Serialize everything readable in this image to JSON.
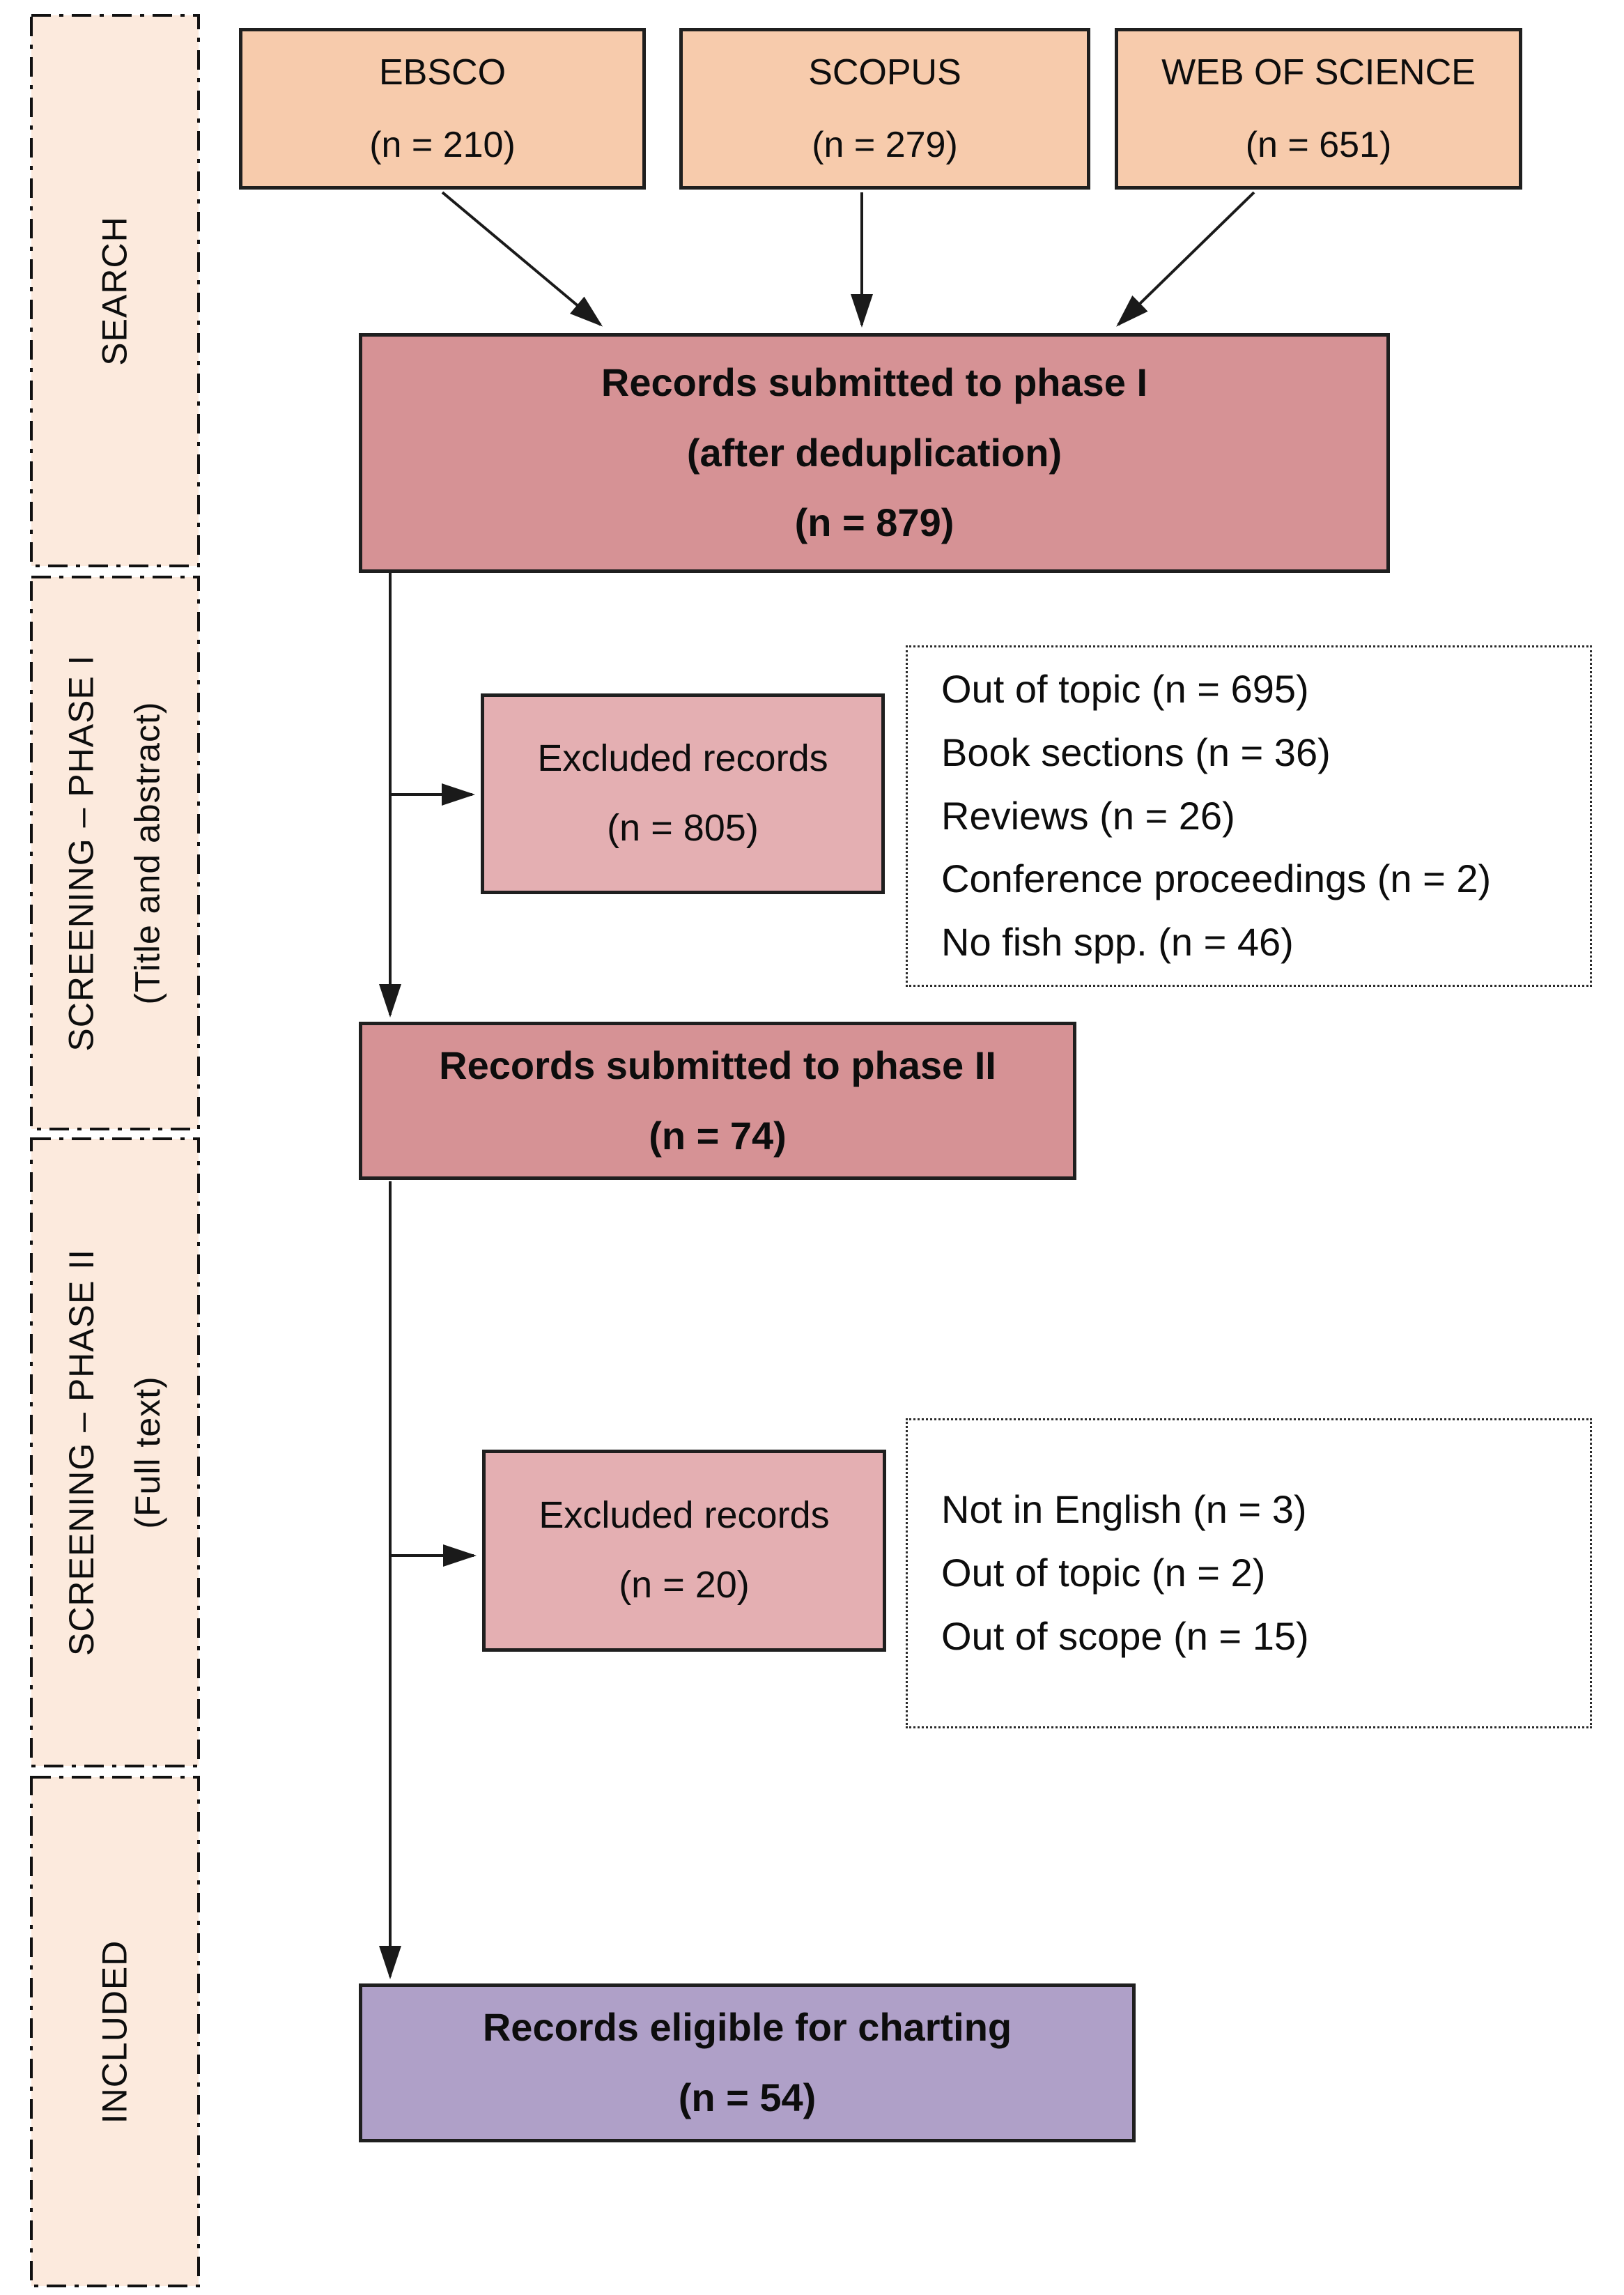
{
  "sidebar": {
    "stages": [
      {
        "label": "SEARCH",
        "sublabel": ""
      },
      {
        "label": "SCREENING – PHASE I",
        "sublabel": "(Title and abstract)"
      },
      {
        "label": "SCREENING – PHASE II",
        "sublabel": "(Full text)"
      },
      {
        "label": "INCLUDED",
        "sublabel": ""
      }
    ]
  },
  "sources": [
    {
      "name": "EBSCO",
      "count": "(n = 210)"
    },
    {
      "name": "SCOPUS",
      "count": "(n = 279)"
    },
    {
      "name": "WEB OF SCIENCE",
      "count": "(n = 651)"
    }
  ],
  "phase1": {
    "line1": "Records submitted to phase I",
    "line2": "(after deduplication)",
    "line3": "(n = 879)"
  },
  "excluded1": {
    "line1": "Excluded records",
    "line2": "(n = 805)"
  },
  "reasons1": [
    "Out of topic (n = 695)",
    "Book sections (n = 36)",
    "Reviews (n = 26)",
    "Conference proceedings (n = 2)",
    "No fish spp. (n = 46)"
  ],
  "phase2": {
    "line1": "Records submitted to phase II",
    "line2": "(n = 74)"
  },
  "excluded2": {
    "line1": "Excluded records",
    "line2": "(n = 20)"
  },
  "reasons2": [
    "Not in English (n = 3)",
    "Out of topic (n = 2)",
    "Out of scope (n = 15)"
  ],
  "final": {
    "line1": "Records eligible for charting",
    "line2": "(n = 54)"
  },
  "colors": {
    "peach": "#f7cbac",
    "peach-light": "#fceadd",
    "rose": "#d69295",
    "pink": "#e4afb2",
    "purple": "#afa0c8",
    "ink": "#1a1a1a"
  }
}
